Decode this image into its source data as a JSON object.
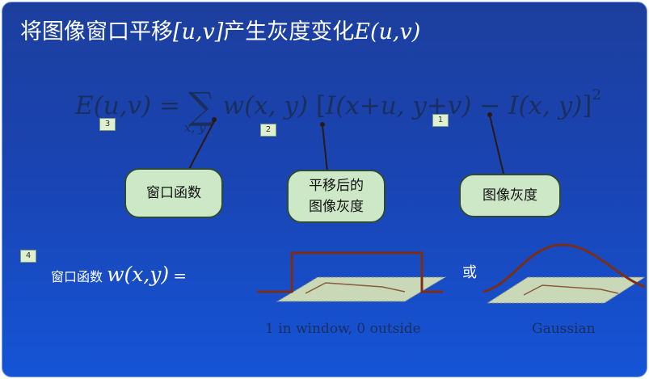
{
  "title": {
    "prefix": "将图像窗口平移",
    "uv": "[u,v]",
    "suffix": "产生灰度变化",
    "func": "E(u,v)"
  },
  "formula": {
    "lhs": "E(u,v) =",
    "sum": "∑",
    "w": "w(x, y)",
    "bracket_open": "[",
    "i1": "I(x+u, y+v)",
    "minus": " − ",
    "i2": "I(x, y)",
    "bracket_close": "]",
    "power": "2",
    "sum_sub": "x, y"
  },
  "markers": {
    "m1": "1",
    "m2": "2",
    "m3": "3",
    "m4": "4"
  },
  "bubbles": {
    "window_fn": "窗口函数",
    "shifted": "平移后的\n图像灰度",
    "gray": "图像灰度"
  },
  "window_label": {
    "text": "窗口函数",
    "w": "w(x,y)",
    "eq": "="
  },
  "or_text": "或",
  "captions": {
    "box": "1 in window, 0 outside",
    "gaussian": "Gaussian"
  },
  "colors": {
    "curve": "#7a2e1a",
    "plane": "#c9d9b8",
    "bubble": "#cde8c7"
  }
}
